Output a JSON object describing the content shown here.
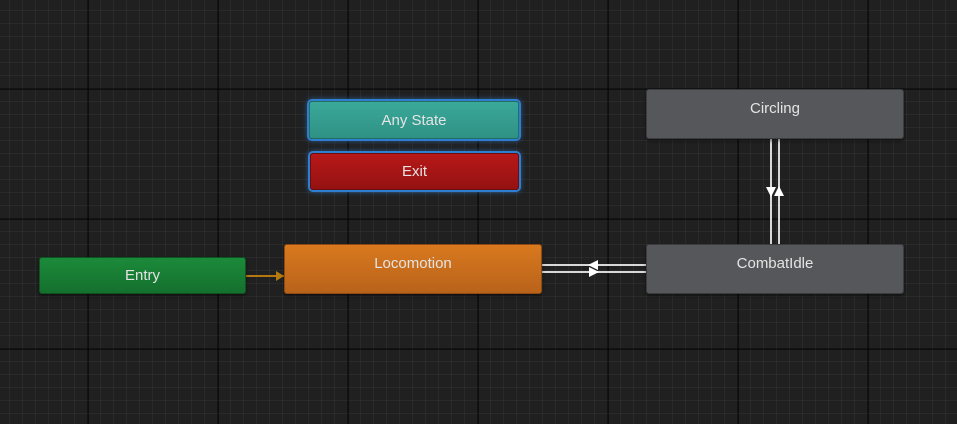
{
  "states": {
    "entry": "Entry",
    "locomotion": "Locomotion",
    "combat_idle": "CombatIdle",
    "circling": "Circling",
    "any_state": "Any State",
    "exit": "Exit"
  },
  "colors": {
    "entry": "#1b8a3a",
    "default_state": "#d9791f",
    "state": "#56575a",
    "any_state": "#3aa99a",
    "exit": "#b71818",
    "selection_outline": "#2f7fd0",
    "default_transition": "#b5790f",
    "transition": "#d8d8d8",
    "grid_background": "#202020"
  }
}
